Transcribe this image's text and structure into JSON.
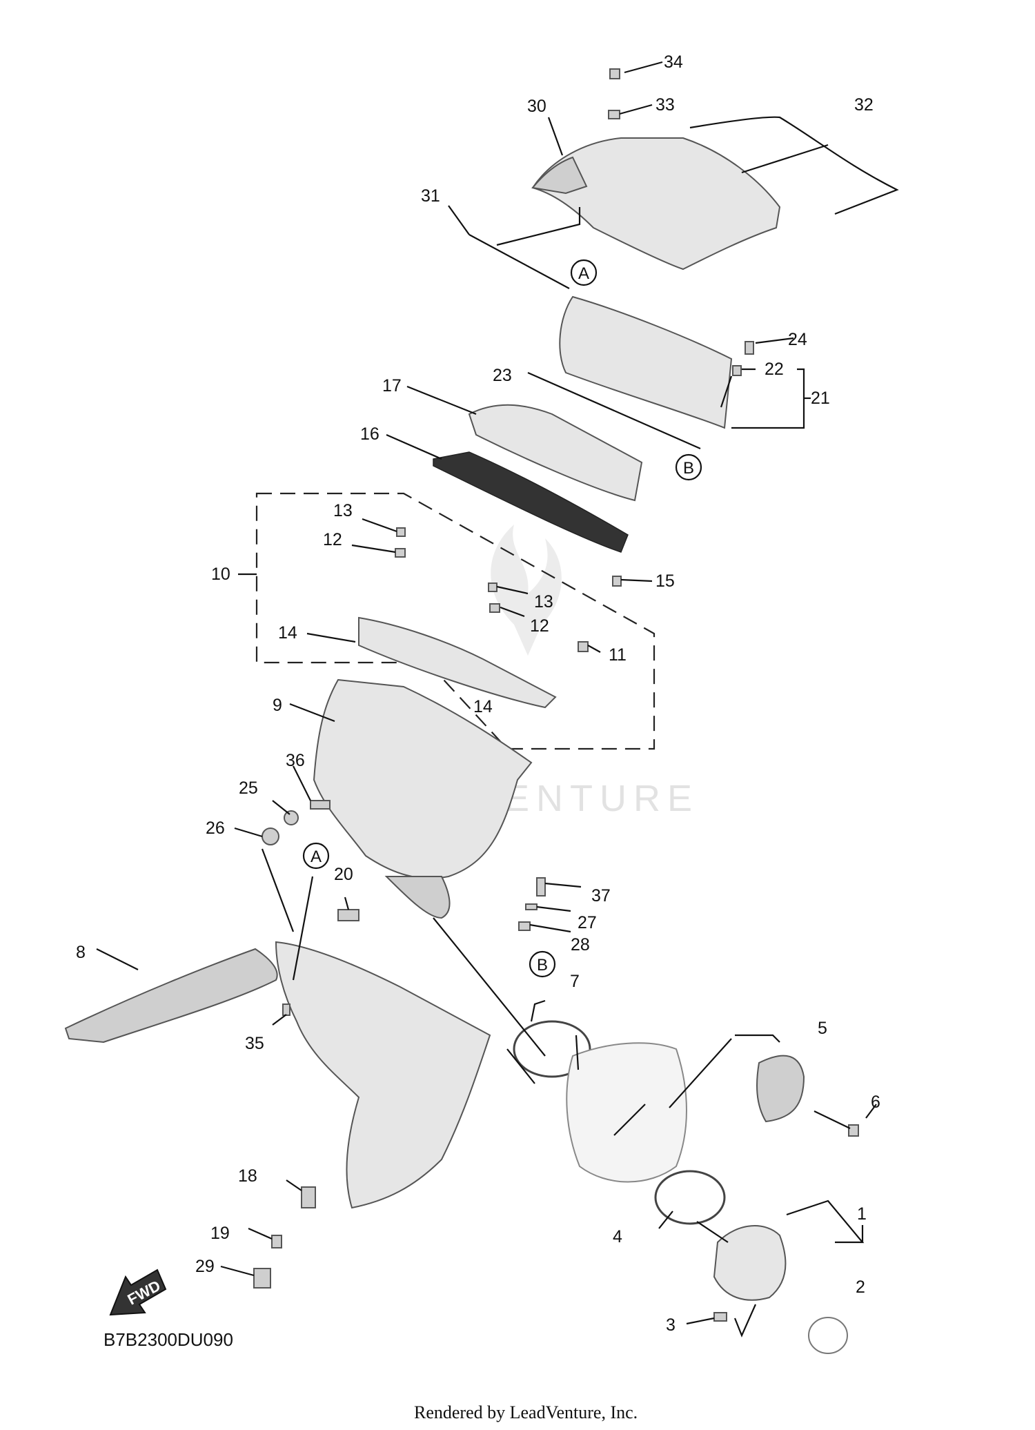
{
  "diagram_code": "B7B2300DU090",
  "footer": "Rendered by LeadVenture, Inc.",
  "watermark": "ADVENTURE",
  "fwd_label": "FWD",
  "callouts": {
    "a": "A",
    "b": "B"
  },
  "part_numbers": [
    "1",
    "2",
    "3",
    "4",
    "5",
    "6",
    "7",
    "8",
    "9",
    "10",
    "11",
    "12",
    "13",
    "14",
    "15",
    "16",
    "17",
    "18",
    "19",
    "20",
    "21",
    "22",
    "23",
    "24",
    "25",
    "26",
    "27",
    "28",
    "29",
    "30",
    "31",
    "32",
    "33",
    "34",
    "35",
    "36",
    "37"
  ]
}
